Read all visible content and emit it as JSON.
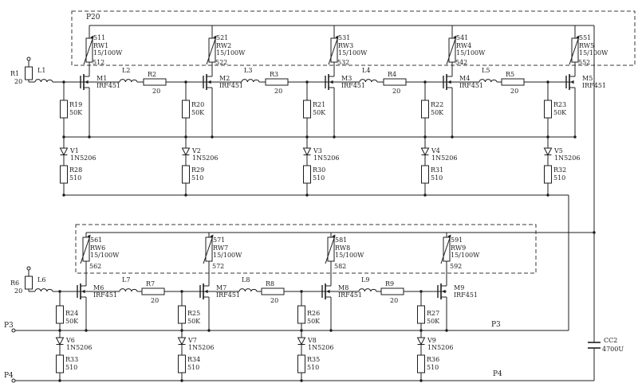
{
  "page": {
    "background": "#ffffff",
    "ink": "#1c1c1c",
    "dash_color": "#3a3a3a"
  },
  "module_top": {
    "label": "P20"
  },
  "ports": {
    "p3_left": "P3",
    "p4_left": "P4",
    "p3_right": "P3",
    "p4_right": "P4"
  },
  "capacitor": {
    "ref": "CC2",
    "value": "4700U"
  },
  "top_input": {
    "res_ref": "R1",
    "res_val": "20"
  },
  "bottom_input": {
    "res_ref": "R6",
    "res_val": "20"
  },
  "top_stages": [
    {
      "inductor": "L1",
      "series_res": null,
      "series_val": null,
      "term_top": "511",
      "term_bot": "512",
      "rheostat": "RW1",
      "rating": "15/100W",
      "mosfet": "M1",
      "mosfet_part": "IRF451",
      "gate_res": "R19",
      "gate_res_val": "50K",
      "diode": "V1",
      "diode_part": "1N5206",
      "shunt_res": "R28",
      "shunt_val": "510"
    },
    {
      "inductor": "L2",
      "series_res": "R2",
      "series_val": "20",
      "term_top": "521",
      "term_bot": "522",
      "rheostat": "RW2",
      "rating": "15/100W",
      "mosfet": "M2",
      "mosfet_part": "IRF451",
      "gate_res": "R20",
      "gate_res_val": "50K",
      "diode": "V2",
      "diode_part": "1N5206",
      "shunt_res": "R29",
      "shunt_val": "510"
    },
    {
      "inductor": "L3",
      "series_res": "R3",
      "series_val": "20",
      "term_top": "531",
      "term_bot": "532",
      "rheostat": "RW3",
      "rating": "15/100W",
      "mosfet": "M3",
      "mosfet_part": "IRF451",
      "gate_res": "R21",
      "gate_res_val": "50K",
      "diode": "V3",
      "diode_part": "1N5206",
      "shunt_res": "R30",
      "shunt_val": "510"
    },
    {
      "inductor": "L4",
      "series_res": "R4",
      "series_val": "20",
      "term_top": "541",
      "term_bot": "542",
      "rheostat": "RW4",
      "rating": "15/100W",
      "mosfet": "M4",
      "mosfet_part": "IRF451",
      "gate_res": "R22",
      "gate_res_val": "50K",
      "diode": "V4",
      "diode_part": "1N5206",
      "shunt_res": "R31",
      "shunt_val": "510"
    },
    {
      "inductor": "L5",
      "series_res": "R5",
      "series_val": "20",
      "term_top": "551",
      "term_bot": "552",
      "rheostat": "RW5",
      "rating": "15/100W",
      "mosfet": "M5",
      "mosfet_part": "IRF451",
      "gate_res": "R23",
      "gate_res_val": "50K",
      "diode": "V5",
      "diode_part": "1N5206",
      "shunt_res": "R32",
      "shunt_val": "510"
    }
  ],
  "bottom_stages": [
    {
      "inductor": "L6",
      "series_res": null,
      "series_val": null,
      "term_top": "561",
      "term_bot": "562",
      "rheostat": "RW6",
      "rating": "15/100W",
      "mosfet": "M6",
      "mosfet_part": "IRF451",
      "gate_res": "R24",
      "gate_res_val": "50K",
      "diode": "V6",
      "diode_part": "1N5206",
      "shunt_res": "R33",
      "shunt_val": "510"
    },
    {
      "inductor": "L7",
      "series_res": "R7",
      "series_val": "20",
      "term_top": "571",
      "term_bot": "572",
      "rheostat": "RW7",
      "rating": "15/100W",
      "mosfet": "M7",
      "mosfet_part": "IRF451",
      "gate_res": "R25",
      "gate_res_val": "50K",
      "diode": "V7",
      "diode_part": "1N5206",
      "shunt_res": "R34",
      "shunt_val": "510"
    },
    {
      "inductor": "L8",
      "series_res": "R8",
      "series_val": "20",
      "term_top": "581",
      "term_bot": "582",
      "rheostat": "RW8",
      "rating": "15/100W",
      "mosfet": "M8",
      "mosfet_part": "IRF451",
      "gate_res": "R26",
      "gate_res_val": "50K",
      "diode": "V8",
      "diode_part": "1N5206",
      "shunt_res": "R35",
      "shunt_val": "510"
    },
    {
      "inductor": "L9",
      "series_res": "R9",
      "series_val": "20",
      "term_top": "591",
      "term_bot": "592",
      "rheostat": "RW9",
      "rating": "15/100W",
      "mosfet": "M9",
      "mosfet_part": "IRF451",
      "gate_res": "R27",
      "gate_res_val": "50K",
      "diode": "V9",
      "diode_part": "1N5206",
      "shunt_res": "R36",
      "shunt_val": "510"
    }
  ]
}
